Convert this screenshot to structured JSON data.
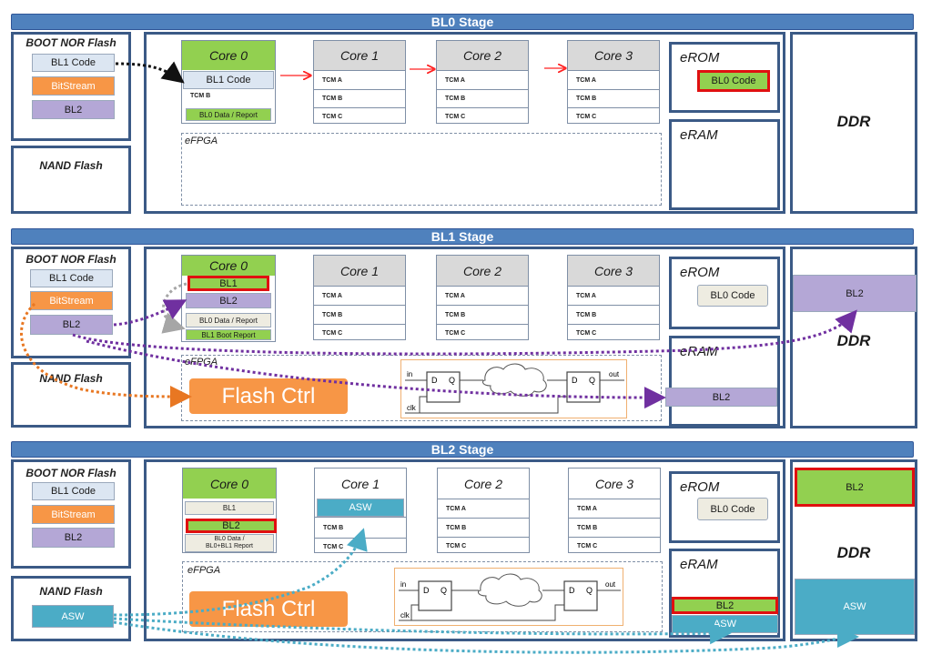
{
  "stages": [
    {
      "title": "BL0 Stage",
      "nor_title": "BOOT NOR Flash",
      "nand_title": "NAND Flash",
      "nor_items": [
        "BL1 Code",
        "BitStream",
        "BL2"
      ],
      "core0": {
        "title": "Core 0",
        "slots": [
          "BL1 Code",
          "TCM B",
          "BL0 Data / Report"
        ]
      },
      "cores": [
        {
          "title": "Core 1"
        },
        {
          "title": "Core 2"
        },
        {
          "title": "Core 3"
        }
      ],
      "tcm_labels": [
        "TCM A",
        "TCM B",
        "TCM C"
      ],
      "efpga": "eFPGA",
      "erom": "eROM",
      "erom_item": "BL0 Code",
      "eram": "eRAM",
      "ddr": "DDR"
    },
    {
      "title": "BL1 Stage",
      "nor_title": "BOOT NOR Flash",
      "nand_title": "NAND Flash",
      "nor_items": [
        "BL1 Code",
        "BitStream",
        "BL2"
      ],
      "core0": {
        "title": "Core 0",
        "slots": [
          "BL1",
          "BL2",
          "BL0 Data / Report",
          "BL1 Boot Report"
        ]
      },
      "cores": [
        {
          "title": "Core 1"
        },
        {
          "title": "Core 2"
        },
        {
          "title": "Core 3"
        }
      ],
      "tcm_labels": [
        "TCM A",
        "TCM B",
        "TCM C"
      ],
      "efpga": "eFPGA",
      "flash_ctrl": "Flash Ctrl",
      "erom": "eROM",
      "erom_item": "BL0 Code",
      "eram": "eRAM",
      "eram_item": "BL2",
      "ddr": "DDR",
      "ddr_item": "BL2",
      "circuit": {
        "in": "in",
        "out": "out",
        "clk": "clk",
        "d": "D",
        "q": "Q"
      }
    },
    {
      "title": "BL2 Stage",
      "nor_title": "BOOT NOR Flash",
      "nand_title": "NAND Flash",
      "nor_items": [
        "BL1 Code",
        "BitStream",
        "BL2"
      ],
      "nand_item": "ASW",
      "core0": {
        "title": "Core 0",
        "slots": [
          "BL1",
          "BL2",
          "BL0 Data /\nBL0+BL1 Report"
        ]
      },
      "core1_item": "ASW",
      "cores": [
        {
          "title": "Core 1"
        },
        {
          "title": "Core 2"
        },
        {
          "title": "Core 3"
        }
      ],
      "tcm_labels": [
        "TCM A",
        "TCM B",
        "TCM C"
      ],
      "efpga": "eFPGA",
      "flash_ctrl": "Flash Ctrl",
      "erom": "eROM",
      "erom_item": "BL0 Code",
      "eram": "eRAM",
      "eram_items": [
        "BL2",
        "ASW"
      ],
      "ddr": "DDR",
      "ddr_items": [
        "BL2",
        "ASW"
      ],
      "circuit": {
        "in": "in",
        "out": "out",
        "clk": "clk",
        "d": "D",
        "q": "Q"
      }
    }
  ],
  "colors": {
    "stage_bar": "#4f81bd",
    "frame": "#3b5a86",
    "highlight": "#e01010",
    "arrow_black": "#111111",
    "arrow_purple": "#7030a0",
    "arrow_orange": "#e87722",
    "arrow_teal": "#4bacc6",
    "arrow_grey": "#a6a6a6",
    "arrow_red": "#ff2020"
  }
}
